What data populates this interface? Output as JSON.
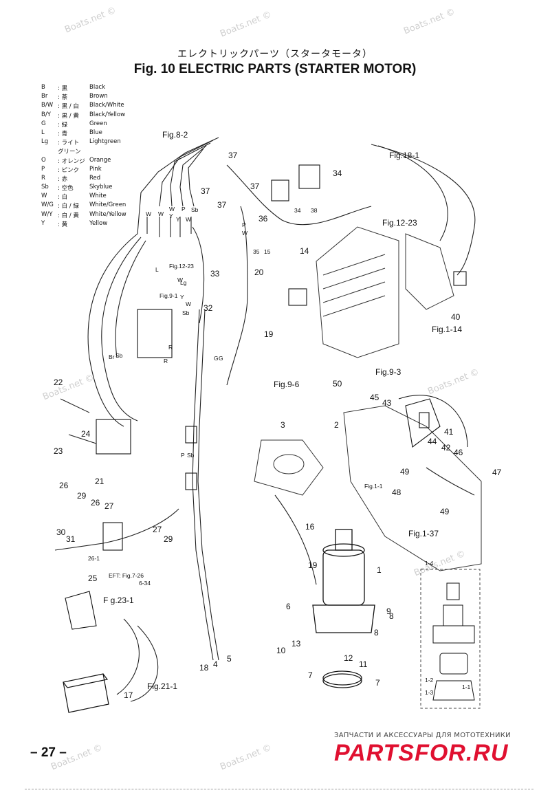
{
  "title_jp": "エレクトリックパーツ（スタータモータ）",
  "title": "Fig. 10    ELECTRIC PARTS   (STARTER MOTOR)",
  "color_legend": [
    {
      "code": "B",
      "jp": ": 黒",
      "en": "Black"
    },
    {
      "code": "Br",
      "jp": ": 茶",
      "en": "Brown"
    },
    {
      "code": "B/W",
      "jp": ": 黒 / 白",
      "en": "Black/White"
    },
    {
      "code": "B/Y",
      "jp": ": 黒 / 黄",
      "en": "Black/Yellow"
    },
    {
      "code": "G",
      "jp": ": 緑",
      "en": "Green"
    },
    {
      "code": "L",
      "jp": ": 青",
      "en": "Blue"
    },
    {
      "code": "Lg",
      "jp": ": ライト",
      "en": "Lightgreen"
    },
    {
      "code": "",
      "jp": "グリーン",
      "en": ""
    },
    {
      "code": "O",
      "jp": ": オレンジ",
      "en": "Orange"
    },
    {
      "code": "P",
      "jp": ": ピンク",
      "en": "Pink"
    },
    {
      "code": "R",
      "jp": ": 赤",
      "en": "Red"
    },
    {
      "code": "Sb",
      "jp": ": 空色",
      "en": "Skyblue"
    },
    {
      "code": "W",
      "jp": ": 白",
      "en": "White"
    },
    {
      "code": "W/G",
      "jp": ": 白 / 緑",
      "en": "White/Green"
    },
    {
      "code": "W/Y",
      "jp": ": 白 / 黄",
      "en": "White/Yellow"
    },
    {
      "code": "Y",
      "jp": ": 黄",
      "en": "Yellow"
    }
  ],
  "refs": {
    "fig8_2": "Fig.8-2",
    "fig18_1": "Fig.18-1",
    "fig12_23": "Fig.12-23",
    "fig12_23b": "Fig.12-23",
    "fig9_1": "Fig.9-1",
    "fig1_14": "Fig.1-14",
    "fig9_6": "Fig.9-6",
    "fig9_3": "Fig.9-3",
    "fig1_1": "Fig.1-1",
    "fig1_37": "Fig.1-37",
    "fig23_1": "F g.23-1",
    "fig21_1": "Fig.21-1",
    "eft": "EFT: Fig.7-26",
    "eft2": "6-34"
  },
  "parts": {
    "p1": "1",
    "p2": "2",
    "p3": "3",
    "p4": "4",
    "p5": "5",
    "p6": "6",
    "p7a": "7",
    "p7b": "7",
    "p8a": "8",
    "p8b": "8",
    "p9": "9",
    "p10": "10",
    "p11": "11",
    "p12": "12",
    "p13": "13",
    "p14": "14",
    "p15": "15",
    "p16": "16",
    "p17": "17",
    "p18": "18",
    "p19a": "19",
    "p19b": "19",
    "p20": "20",
    "p21": "21",
    "p22": "22",
    "p23": "23",
    "p24": "24",
    "p25": "25",
    "p26a": "26",
    "p26b": "26",
    "p26_1": "26-1",
    "p27a": "27",
    "p27b": "27",
    "p29a": "29",
    "p29b": "29",
    "p30": "30",
    "p31": "31",
    "p32": "32",
    "p33": "33",
    "p34a": "34",
    "p34b": "34",
    "p35": "35",
    "p36": "36",
    "p37a": "37",
    "p37b": "37",
    "p37c": "37",
    "p37d": "37",
    "p38": "38",
    "p40": "40",
    "p41": "41",
    "p42": "42",
    "p43": "43",
    "p44": "44",
    "p45": "45",
    "p46": "46",
    "p47": "47",
    "p48": "48",
    "p49a": "49",
    "p49b": "49",
    "p50": "50",
    "p1_1": "1-1",
    "p1_2": "1-2",
    "p1_3": "1-3",
    "p1_4": "1-4"
  },
  "wire_labels": {
    "w1": "W",
    "w2": "W",
    "w3": "W",
    "w4": "Y",
    "w5": "Y",
    "w6": "P",
    "w7": "W",
    "w8": "Sb",
    "w9": "L",
    "w10": "W",
    "w11": "Y",
    "w12": "W",
    "w13": "Lg",
    "w14": "Sb",
    "w15": "G",
    "w16": "R",
    "w17": "Br",
    "w18": "Sb",
    "w19": "P",
    "w20": "Sb",
    "w21": "P",
    "w22": "W",
    "w23": "R",
    "w24": "G"
  },
  "watermark": "Boats.net ©",
  "brand_sub": "ЗАПЧАСТИ И АКСЕССУАРЫ ДЛЯ МОТОТЕХНИКИ",
  "brand": "PARTSFOR.RU",
  "page_number": "– 27 –"
}
